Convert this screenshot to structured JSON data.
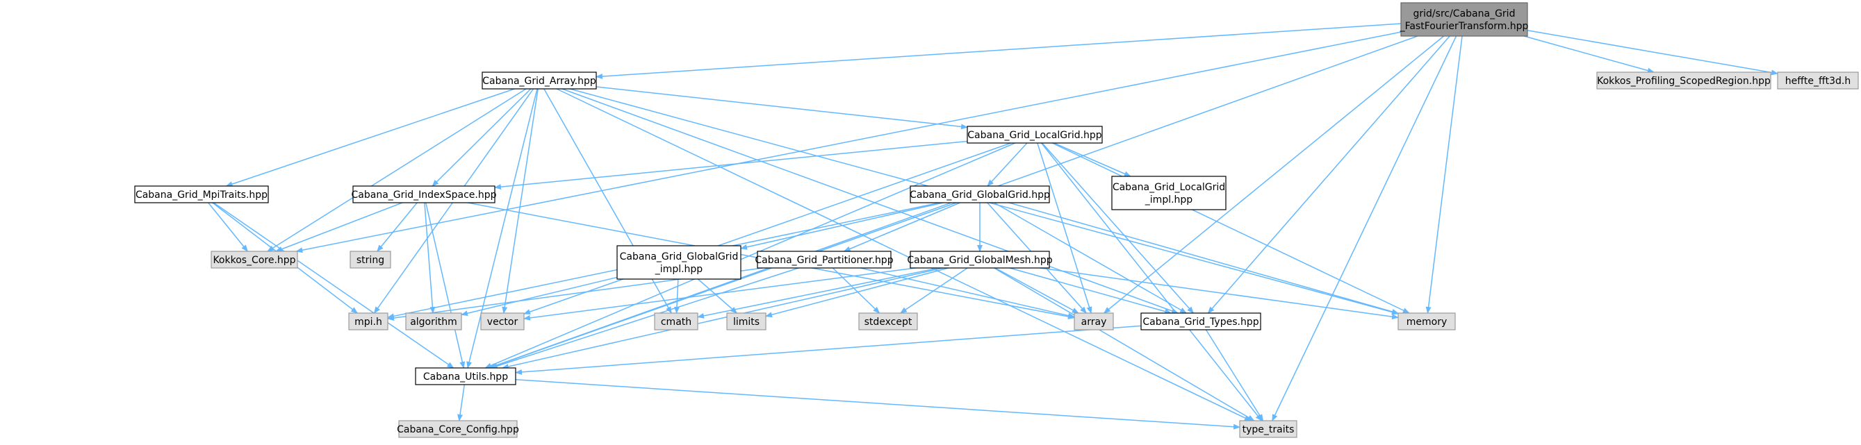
{
  "colors": {
    "root_fill": "#999999",
    "root_stroke": "#666666",
    "white_fill": "#ffffff",
    "white_stroke": "#000000",
    "external_fill": "#e0e0e0",
    "external_stroke": "#999999",
    "edge": "#63b8ff"
  },
  "nodes": [
    {
      "id": "root",
      "lines": [
        "grid/src/Cabana_Grid",
        "_FastFourierTransform.hpp"
      ],
      "style": "root"
    },
    {
      "id": "array_hpp",
      "lines": [
        "Cabana_Grid_Array.hpp"
      ],
      "style": "white"
    },
    {
      "id": "profiling",
      "lines": [
        "Kokkos_Profiling_ScopedRegion.hpp"
      ],
      "style": "external"
    },
    {
      "id": "heffte",
      "lines": [
        "heffte_fft3d.h"
      ],
      "style": "external"
    },
    {
      "id": "localgrid",
      "lines": [
        "Cabana_Grid_LocalGrid.hpp"
      ],
      "style": "white"
    },
    {
      "id": "mpitraits",
      "lines": [
        "Cabana_Grid_MpiTraits.hpp"
      ],
      "style": "white"
    },
    {
      "id": "indexspace",
      "lines": [
        "Cabana_Grid_IndexSpace.hpp"
      ],
      "style": "white"
    },
    {
      "id": "globalgrid",
      "lines": [
        "Cabana_Grid_GlobalGrid.hpp"
      ],
      "style": "white"
    },
    {
      "id": "localgrid_impl",
      "lines": [
        "Cabana_Grid_LocalGrid",
        "_impl.hpp"
      ],
      "style": "white"
    },
    {
      "id": "kokkos_core",
      "lines": [
        "Kokkos_Core.hpp"
      ],
      "style": "external"
    },
    {
      "id": "string",
      "lines": [
        "string"
      ],
      "style": "external"
    },
    {
      "id": "globalgrid_impl",
      "lines": [
        "Cabana_Grid_GlobalGrid",
        "_impl.hpp"
      ],
      "style": "white"
    },
    {
      "id": "partitioner",
      "lines": [
        "Cabana_Grid_Partitioner.hpp"
      ],
      "style": "white"
    },
    {
      "id": "globalmesh",
      "lines": [
        "Cabana_Grid_GlobalMesh.hpp"
      ],
      "style": "white"
    },
    {
      "id": "mpi",
      "lines": [
        "mpi.h"
      ],
      "style": "external"
    },
    {
      "id": "algorithm",
      "lines": [
        "algorithm"
      ],
      "style": "external"
    },
    {
      "id": "vector",
      "lines": [
        "vector"
      ],
      "style": "external"
    },
    {
      "id": "cmath",
      "lines": [
        "cmath"
      ],
      "style": "external"
    },
    {
      "id": "limits",
      "lines": [
        "limits"
      ],
      "style": "external"
    },
    {
      "id": "stdexcept",
      "lines": [
        "stdexcept"
      ],
      "style": "external"
    },
    {
      "id": "array",
      "lines": [
        "array"
      ],
      "style": "external"
    },
    {
      "id": "types",
      "lines": [
        "Cabana_Grid_Types.hpp"
      ],
      "style": "white"
    },
    {
      "id": "memory",
      "lines": [
        "memory"
      ],
      "style": "external"
    },
    {
      "id": "utils",
      "lines": [
        "Cabana_Utils.hpp"
      ],
      "style": "white"
    },
    {
      "id": "core_config",
      "lines": [
        "Cabana_Core_Config.hpp"
      ],
      "style": "external"
    },
    {
      "id": "type_traits",
      "lines": [
        "type_traits"
      ],
      "style": "external"
    }
  ],
  "edges": [
    [
      "root",
      "array_hpp"
    ],
    [
      "root",
      "profiling"
    ],
    [
      "root",
      "heffte"
    ],
    [
      "root",
      "kokkos_core"
    ],
    [
      "root",
      "utils"
    ],
    [
      "root",
      "array"
    ],
    [
      "root",
      "types"
    ],
    [
      "root",
      "memory"
    ],
    [
      "root",
      "type_traits"
    ],
    [
      "array_hpp",
      "localgrid"
    ],
    [
      "array_hpp",
      "mpitraits"
    ],
    [
      "array_hpp",
      "indexspace"
    ],
    [
      "array_hpp",
      "kokkos_core"
    ],
    [
      "array_hpp",
      "mpi"
    ],
    [
      "array_hpp",
      "vector"
    ],
    [
      "array_hpp",
      "cmath"
    ],
    [
      "array_hpp",
      "types"
    ],
    [
      "array_hpp",
      "memory"
    ],
    [
      "array_hpp",
      "utils"
    ],
    [
      "array_hpp",
      "type_traits"
    ],
    [
      "localgrid",
      "indexspace"
    ],
    [
      "localgrid",
      "globalgrid"
    ],
    [
      "localgrid",
      "localgrid_impl"
    ],
    [
      "localgrid",
      "vector"
    ],
    [
      "localgrid",
      "array"
    ],
    [
      "localgrid",
      "types"
    ],
    [
      "localgrid",
      "memory"
    ],
    [
      "localgrid",
      "utils"
    ],
    [
      "localgrid",
      "type_traits"
    ],
    [
      "mpitraits",
      "kokkos_core"
    ],
    [
      "mpitraits",
      "mpi"
    ],
    [
      "mpitraits",
      "utils"
    ],
    [
      "indexspace",
      "kokkos_core"
    ],
    [
      "indexspace",
      "string"
    ],
    [
      "indexspace",
      "algorithm"
    ],
    [
      "indexspace",
      "array"
    ],
    [
      "indexspace",
      "utils"
    ],
    [
      "globalgrid",
      "globalgrid_impl"
    ],
    [
      "globalgrid",
      "partitioner"
    ],
    [
      "globalgrid",
      "globalmesh"
    ],
    [
      "globalgrid",
      "mpi"
    ],
    [
      "globalgrid",
      "array"
    ],
    [
      "globalgrid",
      "types"
    ],
    [
      "globalgrid",
      "memory"
    ],
    [
      "globalgrid",
      "utils"
    ],
    [
      "globalgrid_impl",
      "algorithm"
    ],
    [
      "globalgrid_impl",
      "cmath"
    ],
    [
      "globalgrid_impl",
      "limits"
    ],
    [
      "partitioner",
      "mpi"
    ],
    [
      "partitioner",
      "stdexcept"
    ],
    [
      "partitioner",
      "array"
    ],
    [
      "partitioner",
      "utils"
    ],
    [
      "globalmesh",
      "vector"
    ],
    [
      "globalmesh",
      "cmath"
    ],
    [
      "globalmesh",
      "limits"
    ],
    [
      "globalmesh",
      "stdexcept"
    ],
    [
      "globalmesh",
      "array"
    ],
    [
      "globalmesh",
      "types"
    ],
    [
      "globalmesh",
      "memory"
    ],
    [
      "globalmesh",
      "utils"
    ],
    [
      "globalmesh",
      "type_traits"
    ],
    [
      "types",
      "utils"
    ],
    [
      "types",
      "type_traits"
    ],
    [
      "utils",
      "core_config"
    ],
    [
      "utils",
      "type_traits"
    ]
  ]
}
